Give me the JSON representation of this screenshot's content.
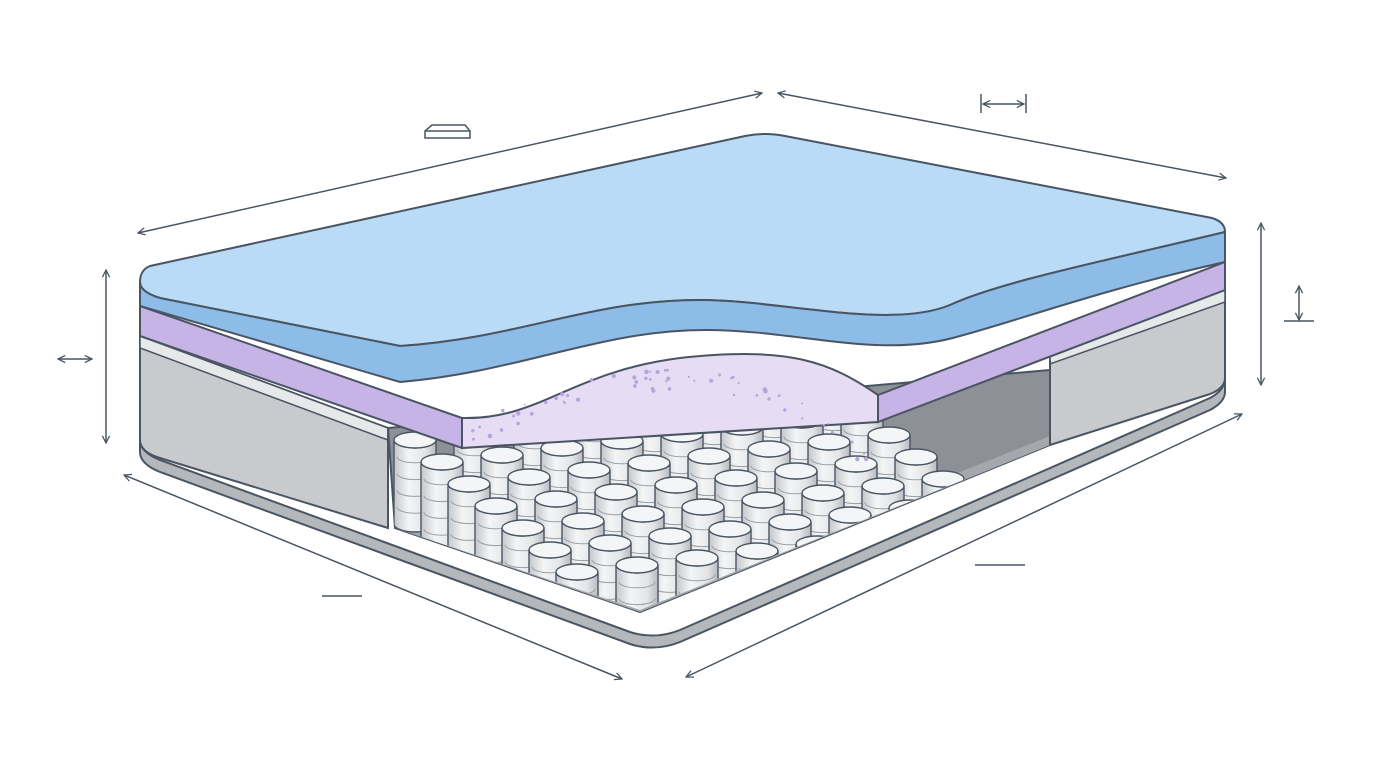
{
  "colors": {
    "background": "#ffffff",
    "outline": "#4a5563",
    "comfort_top": "#b9dbf5",
    "comfort_side": "#8dbce8",
    "transition_top": "#e6dcf4",
    "transition_side": "#c6b4e6",
    "speckle": "#b8a3dc",
    "base_side": "#c8cacd",
    "base_band": "#e7e8ea",
    "coil_light": "#f4f5f6",
    "coil_mid": "#d6d8db",
    "coil_dark": "#b8bbbf",
    "cavity": "#8d9096",
    "dimension_line": "#4a5563"
  },
  "diagram": {
    "subject": "mattress-cutaway",
    "layers": [
      {
        "id": "comfort-layer",
        "material": "memory-foam"
      },
      {
        "id": "transition-layer",
        "material": "foam"
      },
      {
        "id": "support-core",
        "material": "pocket-coils"
      }
    ],
    "coil_grid": {
      "rows": 7,
      "columns": 8
    },
    "icons": [
      "mattress-icon",
      "width-arrows-icon",
      "height-arrows-icon",
      "depth-arrows-icon"
    ],
    "dimension_marks": [
      "length-top",
      "width-right",
      "height-left",
      "height-right",
      "length-bottom",
      "width-bottom"
    ]
  }
}
